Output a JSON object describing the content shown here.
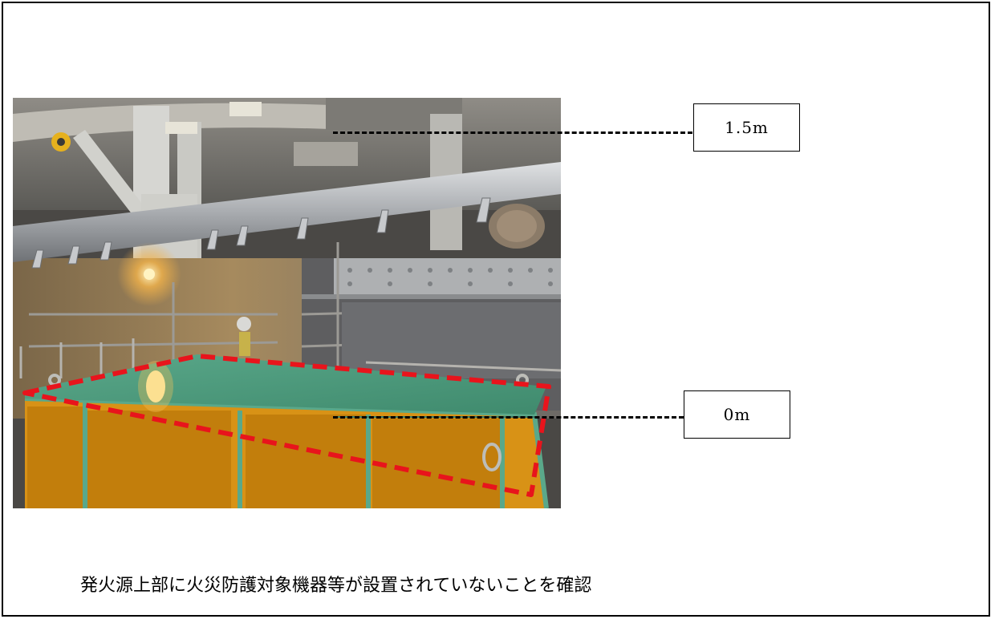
{
  "labels": {
    "top": "1.5m",
    "bottom": "0m"
  },
  "caption": "発火源上部に火災防護対象機器等が設置されていないことを確認",
  "colors": {
    "highlight": "#e8141c",
    "panel_green": "#4f9e7f",
    "panel_orange": "#d8920f",
    "pipe": "#b9bcbf"
  }
}
